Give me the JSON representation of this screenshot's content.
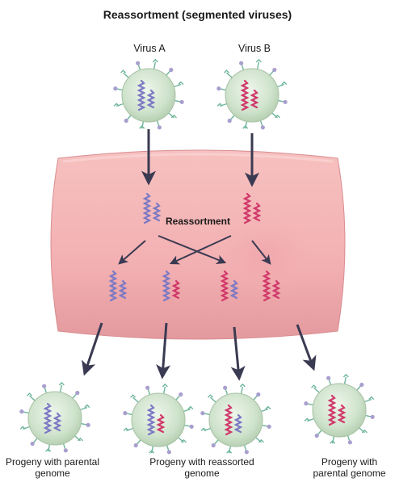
{
  "title": "Reassortment (segmented viruses)",
  "virus_a_label": "Virus A",
  "virus_b_label": "Virus B",
  "reassortment_label": "Reassortment",
  "progeny": [
    {
      "caption_line1": "Progeny with parental",
      "caption_line2": "genome"
    },
    {
      "caption_line1": "Progeny with reassorted",
      "caption_line2": "genome"
    },
    {
      "caption_line1": "Progeny with",
      "caption_line2": "parental genome"
    }
  ],
  "colors": {
    "virus_a_rna": "#7c79c4",
    "virus_b_rna": "#d0386a",
    "virion_fill": "#cfe3cc",
    "cell_fill": "#f3b2b4",
    "arrow": "#3a3a52",
    "spike": "#6db59a",
    "spike_head": "#a99fcf"
  }
}
